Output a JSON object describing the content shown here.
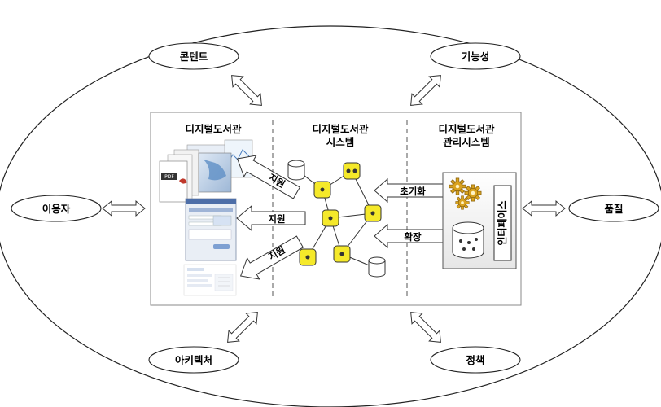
{
  "outer_nodes": {
    "content": "콘텐트",
    "functionality": "기능성",
    "user": "이용자",
    "quality": "품질",
    "architecture": "아키텍처",
    "policy": "정책"
  },
  "columns": {
    "digital_library": "디지털도서관",
    "dl_system_line1": "디지털도서관",
    "dl_system_line2": "시스템",
    "dl_mgmt_line1": "디지털도서관",
    "dl_mgmt_line2": "관리시스템"
  },
  "arrows": {
    "support_top": "지원",
    "support_mid": "지원",
    "support_bottom": "지원",
    "initialize": "초기화",
    "extend": "확장"
  },
  "interface_label": "인터페이스",
  "colors": {
    "node_fill": "#f5e92a",
    "gear_fill": "#d9a21e",
    "panel_border": "#666666",
    "divider": "#555555"
  }
}
